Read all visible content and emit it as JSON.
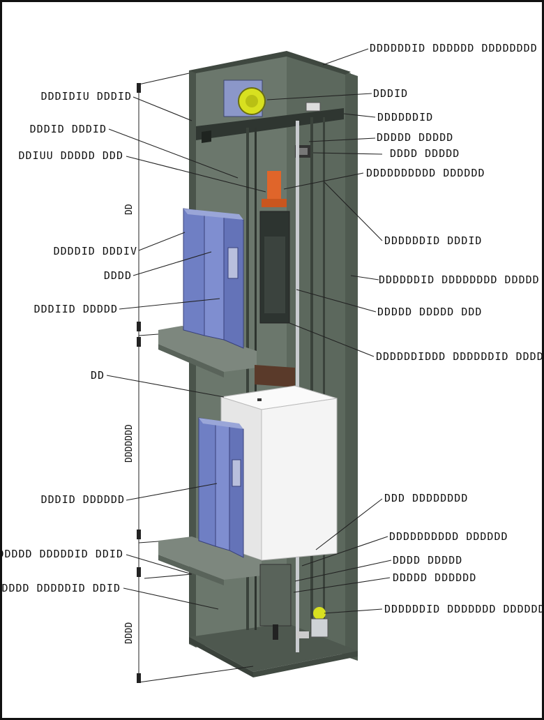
{
  "labels": {
    "left": [
      {
        "id": "l1",
        "text": "DDDIDIU DDDID"
      },
      {
        "id": "l2",
        "text": "DDDID DDDID"
      },
      {
        "id": "l3",
        "text": "DDIUU DDDDD DDD"
      },
      {
        "id": "l4",
        "text": "DDDDID DDDIV"
      },
      {
        "id": "l5",
        "text": "DDDD"
      },
      {
        "id": "l6",
        "text": "DDDIID DDDDD"
      },
      {
        "id": "l7",
        "text": "DD"
      },
      {
        "id": "l8",
        "text": "DDDID DDDDDD"
      },
      {
        "id": "l9",
        "text": "DDDDD DDDDDID DDID"
      },
      {
        "id": "l10",
        "text": "DDDDD DDDDDID DDID"
      }
    ],
    "right": [
      {
        "id": "r1",
        "text": "DDDDDDID DDDDDD DDDDDDDD"
      },
      {
        "id": "r2",
        "text": "DDDID"
      },
      {
        "id": "r3",
        "text": "DDDDDDID"
      },
      {
        "id": "r4",
        "text": "DDDDD DDDDD"
      },
      {
        "id": "r5",
        "text": "DDDD DDDDD"
      },
      {
        "id": "r6",
        "text": "DDDDDDDDDD DDDDDD"
      },
      {
        "id": "r7",
        "text": "DDDDDDID DDDID"
      },
      {
        "id": "r8",
        "text": "DDDDDDID DDDDDDDD DDDDD"
      },
      {
        "id": "r9",
        "text": "DDDDD DDDDD DDD"
      },
      {
        "id": "r10",
        "text": "DDDDDDIDDD DDDDDDID DDDDD"
      },
      {
        "id": "r11",
        "text": "DDD DDDDDDDD"
      },
      {
        "id": "r12",
        "text": "DDDDDDDDDD DDDDDD"
      },
      {
        "id": "r13",
        "text": "DDDD DDDDD"
      },
      {
        "id": "r14",
        "text": "DDDDD DDDDDD"
      },
      {
        "id": "r15",
        "text": "DDDDDDID DDDDDDD DDDDDDD"
      }
    ]
  },
  "dimensions": {
    "d1": "DD",
    "d2": "DDDDDDD",
    "d3": "DDDD"
  },
  "colors": {
    "shaft": "#5f6b60",
    "shaft_dark": "#4a544b",
    "shaft_light": "#7a857a",
    "door_blue": "#6f7fc4",
    "car_white": "#f2f2f2",
    "machine_yellow": "#d8e020",
    "brake_orange": "#e0652a",
    "rail": "#c9ccd0"
  }
}
